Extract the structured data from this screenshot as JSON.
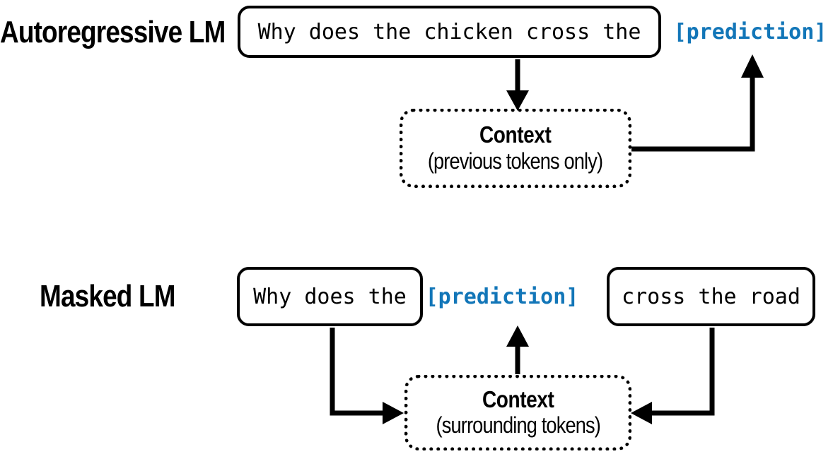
{
  "diagram": {
    "top": {
      "label": "Autoregressive LM",
      "sentence": "Why does the chicken cross the",
      "prediction": "[prediction]",
      "context_title": "Context",
      "context_subtitle": "(previous tokens only)"
    },
    "bottom": {
      "label": "Masked LM",
      "left_sentence": "Why does the",
      "prediction": "[prediction]",
      "right_sentence": "cross the road",
      "context_title": "Context",
      "context_subtitle": "(surrounding tokens)"
    },
    "colors": {
      "prediction_blue": "#1276b8",
      "line_black": "#000000",
      "background": "#ffffff"
    }
  }
}
